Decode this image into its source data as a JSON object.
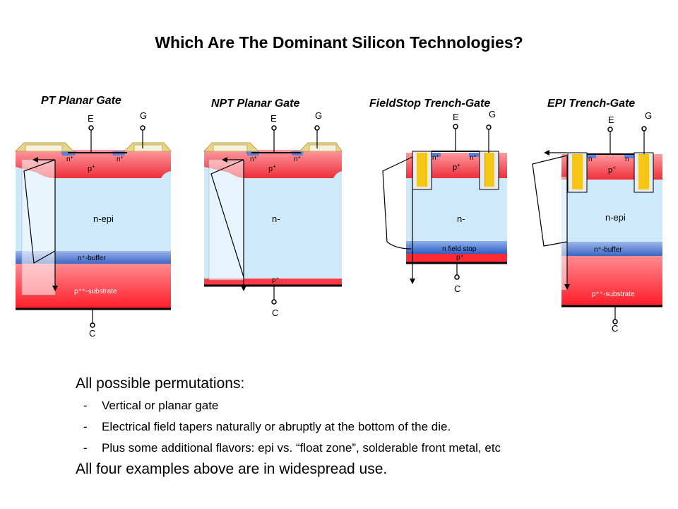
{
  "slide_title": "Which Are The Dominant Silicon Technologies?",
  "diagrams": [
    {
      "title": "PT Planar Gate",
      "emitter": "E",
      "gate": "G",
      "collector": "C",
      "n_label": "n",
      "p_label": "p",
      "drift": "n-epi",
      "buffer": "n⁺-buffer",
      "substrate": "p⁺⁺-substrate"
    },
    {
      "title": "NPT Planar Gate",
      "emitter": "E",
      "gate": "G",
      "collector": "C",
      "n_label": "n",
      "p_label": "p",
      "drift": "n-",
      "backside": "p⁺"
    },
    {
      "title": "FieldStop Trench-Gate",
      "emitter": "E",
      "gate": "G",
      "collector": "C",
      "n_label": "n",
      "p_label": "p",
      "drift": "n-",
      "field_stop": "n field stop",
      "backside": "p⁺"
    },
    {
      "title": "EPI Trench-Gate",
      "emitter": "E",
      "gate": "G",
      "collector": "C",
      "n_label": "n",
      "p_label": "p",
      "drift": "n-epi",
      "buffer": "n⁺-buffer",
      "substrate": "p⁺⁺-substrate"
    }
  ],
  "body": {
    "intro": "All possible permutations:",
    "bullets": [
      "Vertical or planar gate",
      "Electrical field tapers naturally or abruptly at the bottom of the die.",
      "Plus some additional flavors: epi vs. “float zone”, solderable front metal, etc"
    ],
    "bullet_marker": "-",
    "closing": "All four examples above are in widespread use."
  },
  "colors": {
    "drift": "#cde9fa",
    "p_region": "#f0505a",
    "substrate": "#ff3a44",
    "buffer": "#4a75c9",
    "gate_poly": "#f5c518",
    "gate_frame": "#d9c98a"
  }
}
